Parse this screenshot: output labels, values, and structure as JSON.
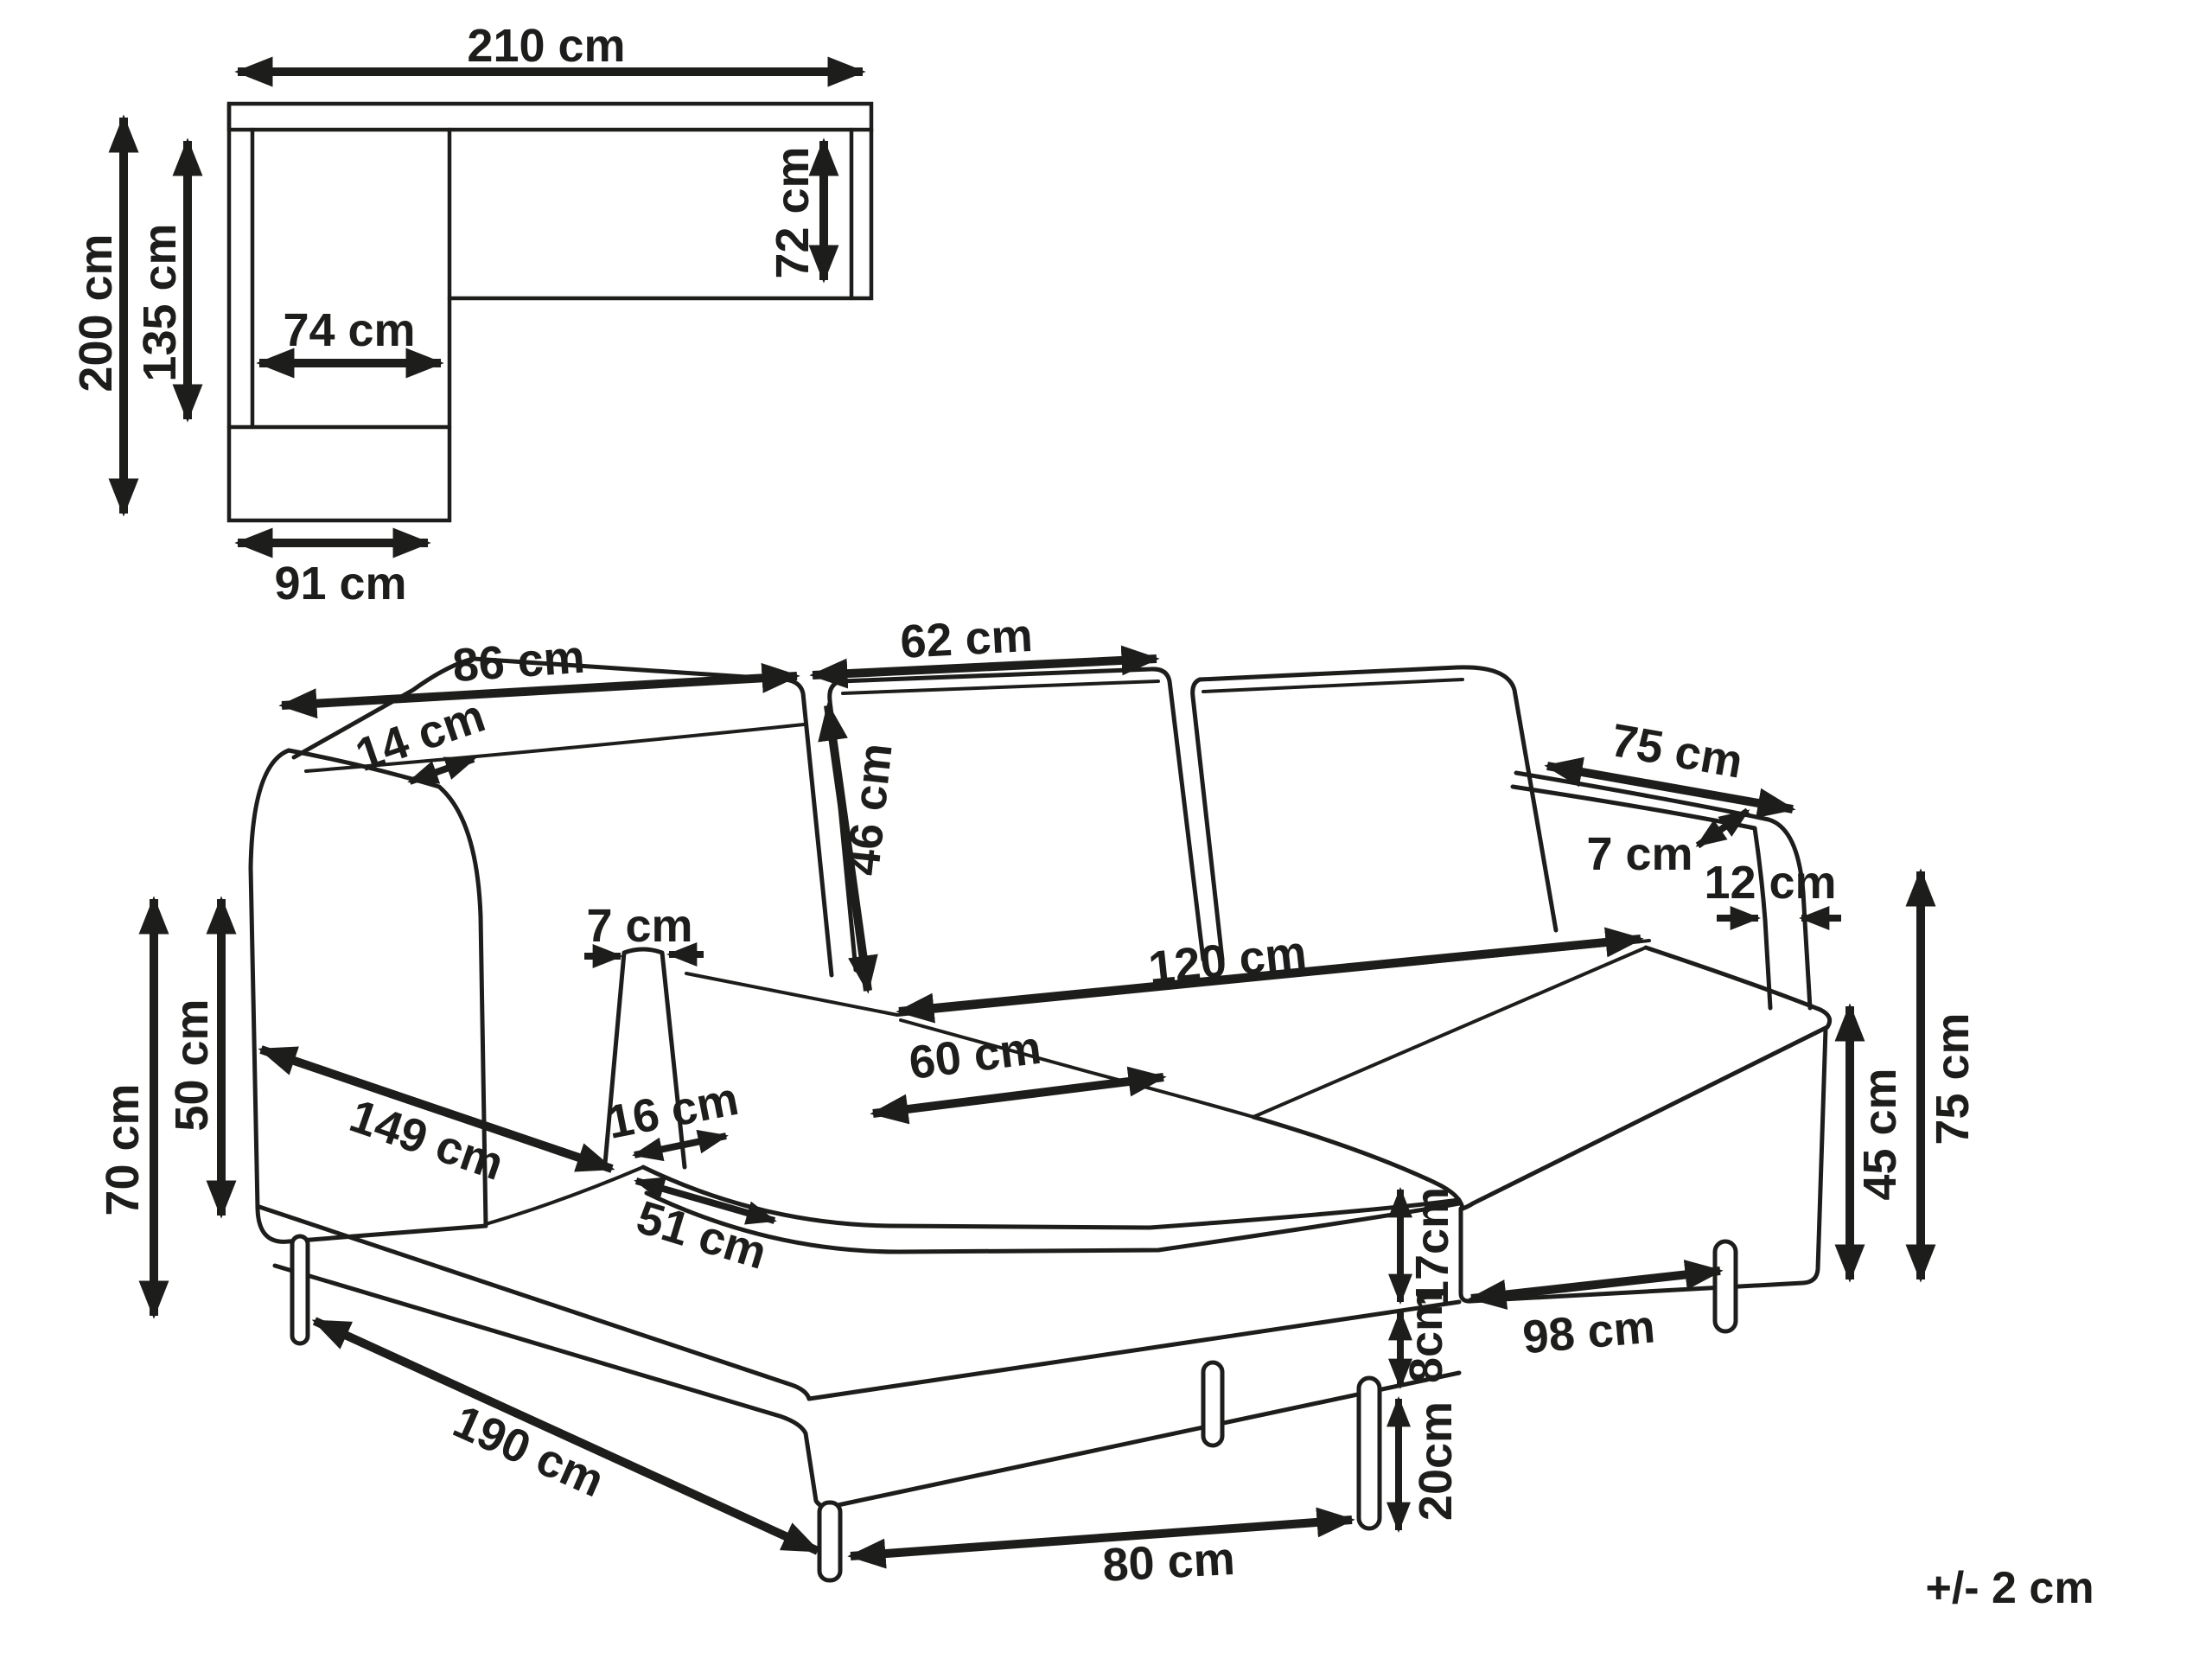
{
  "plan_view": {
    "dims": {
      "overall_width": {
        "label": "210 cm"
      },
      "overall_depth": {
        "label": "200 cm"
      },
      "inner_depth": {
        "label": "135 cm"
      },
      "inner_width": {
        "label": "74 cm"
      },
      "right_seat_depth": {
        "label": "72 cm"
      },
      "chaise_width": {
        "label": "91 cm"
      }
    }
  },
  "perspective_view": {
    "dims": {
      "back_section_width": {
        "label": "86 cm"
      },
      "back_cushion_width": {
        "label": "62 cm"
      },
      "back_cushion_depth": {
        "label": "14 cm"
      },
      "armrest_length": {
        "label": "75 cm"
      },
      "armrest_rail_gap": {
        "label": "7 cm"
      },
      "armrest_post_width": {
        "label": "12 cm"
      },
      "seat_width": {
        "label": "120 cm"
      },
      "seat_cushion_depth": {
        "label": "60 cm"
      },
      "side_panel_thickness": {
        "label": "7 cm"
      },
      "armrest_height": {
        "label": "70 cm"
      },
      "armrest_inner_height": {
        "label": "50 cm"
      },
      "side_length": {
        "label": "149 cm"
      },
      "armrest_top_width": {
        "label": "16 cm"
      },
      "armrest_front_depth": {
        "label": "51 cm"
      },
      "backrest_height": {
        "label": "46 cm"
      },
      "seat_edge_height": {
        "label": "17cm"
      },
      "base_height": {
        "label": "8cm"
      },
      "leg_height": {
        "label": "20cm"
      },
      "chaise_side_length": {
        "label": "98 cm"
      },
      "seat_height": {
        "label": "45 cm"
      },
      "total_height": {
        "label": "75 cm"
      },
      "front_edge_length": {
        "label": "190 cm"
      },
      "front_width": {
        "label": "80 cm"
      }
    }
  },
  "tolerance": {
    "label": "+/- 2 cm"
  }
}
